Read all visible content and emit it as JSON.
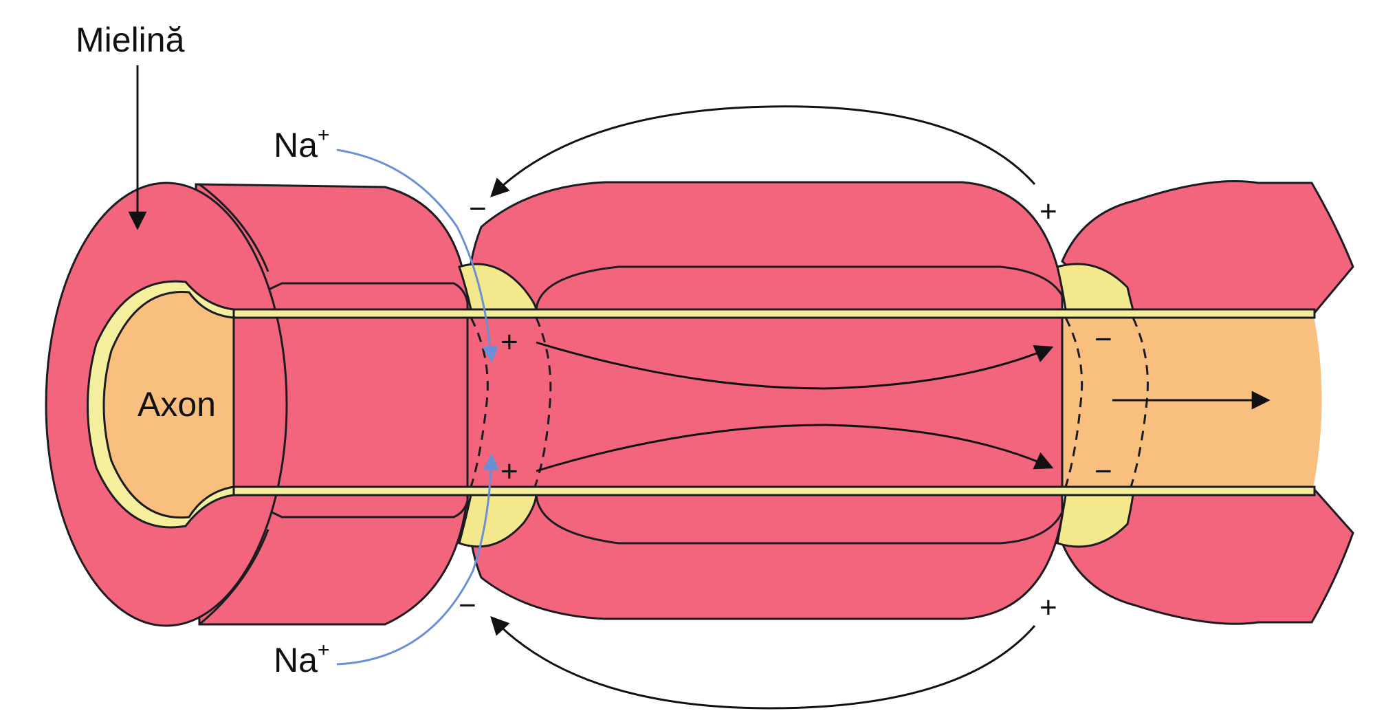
{
  "labels": {
    "myelin": "Mielină",
    "axon": "Axon",
    "sodium": "Na",
    "sodium_charge": "+",
    "plus": "+",
    "minus": "−"
  },
  "colors": {
    "myelin": "#f2657d",
    "myelin_dark": "#d94f68",
    "axon": "#f8bf7f",
    "membrane": "#f4ef9c",
    "node": "#f3e88c",
    "outline": "#1b1b22",
    "sodium_arrow": "#6b8fd6"
  }
}
